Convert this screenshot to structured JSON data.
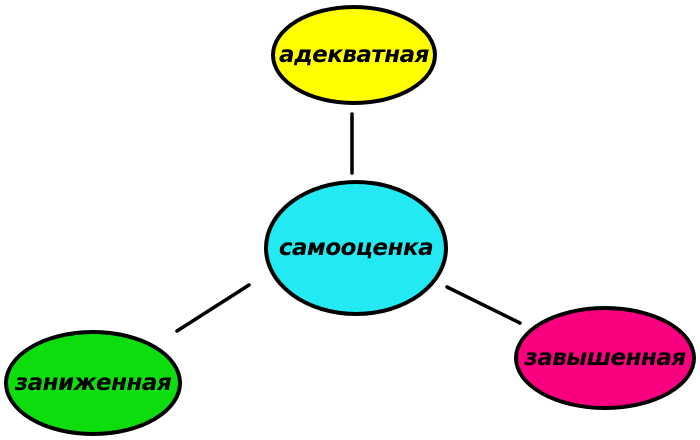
{
  "diagram": {
    "background": "#ffffff",
    "stroke_color": "#000000",
    "nodes": {
      "center": {
        "id": "self-esteem",
        "label": "самооценка",
        "fill": "#22e9f2"
      },
      "top": {
        "id": "adequate",
        "label": "адекватная",
        "fill": "#ffff00"
      },
      "bottom_left": {
        "id": "understated",
        "label": "заниженная",
        "fill": "#0ddd0d"
      },
      "bottom_right": {
        "id": "overstated",
        "label": "завышенная",
        "fill": "#fa0080"
      }
    },
    "edges": [
      {
        "from": "self-esteem",
        "to": "adequate"
      },
      {
        "from": "self-esteem",
        "to": "understated"
      },
      {
        "from": "self-esteem",
        "to": "overstated"
      }
    ]
  }
}
